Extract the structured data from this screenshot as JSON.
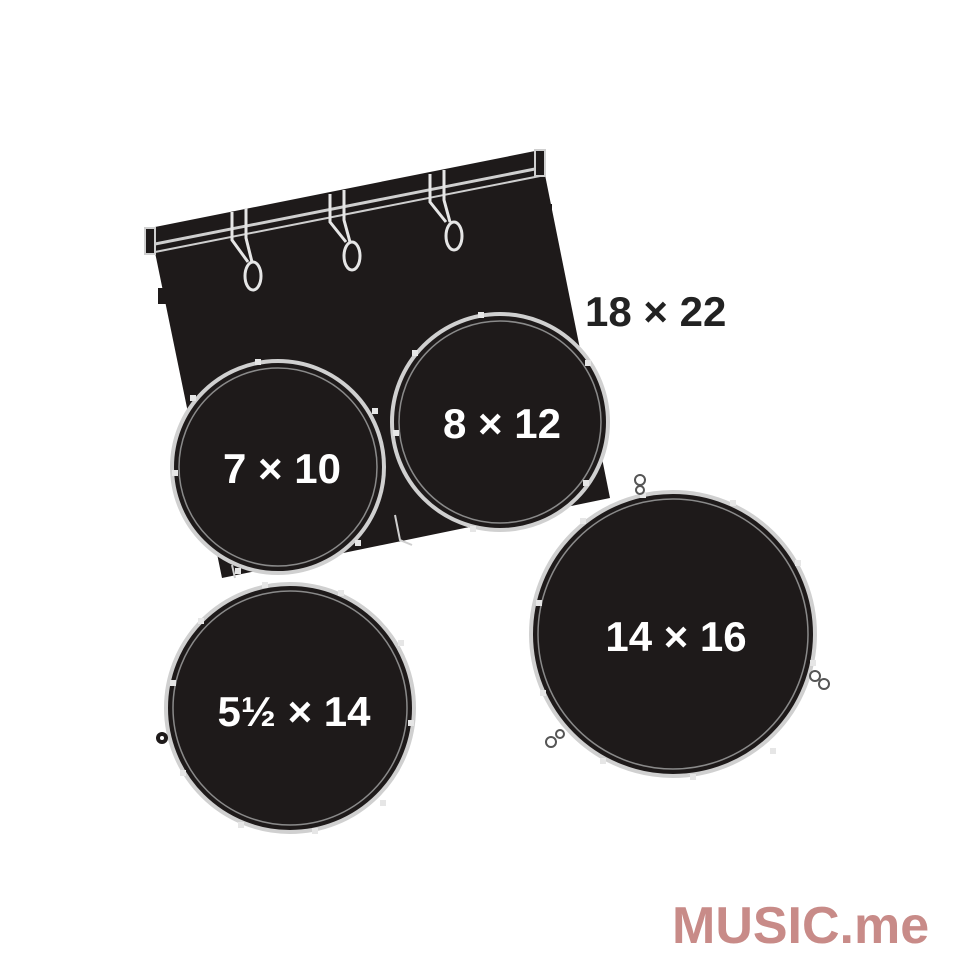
{
  "drums": {
    "kick": {
      "label": "18 × 22"
    },
    "tom_small": {
      "label": "7 × 10"
    },
    "tom_large": {
      "label": "8 × 12"
    },
    "floor_tom": {
      "label": "14 × 16"
    },
    "snare": {
      "label": "5½ × 14"
    }
  },
  "watermark": {
    "text": "MUSIC.me"
  },
  "colors": {
    "drum_fill": "#1e1a1a",
    "hoop": "#cfcfcf",
    "label_dark": "#222222",
    "label_light": "#ffffff",
    "watermark": "#c88b88"
  }
}
